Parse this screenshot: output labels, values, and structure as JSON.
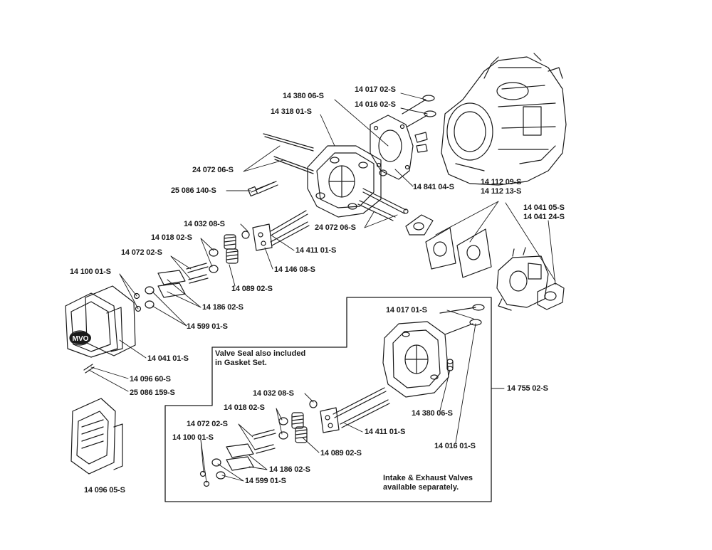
{
  "labels": {
    "p14017_02": "14 017 02-S",
    "p14380_06_top": "14 380 06-S",
    "p14016_02": "14 016 02-S",
    "p14318_01": "14 318 01-S",
    "p24072_06_left": "24 072 06-S",
    "p25086_140": "25 086 140-S",
    "p14841_04": "14 841 04-S",
    "p14112_09": "14 112 09-S",
    "p14112_13": "14 112 13-S",
    "p14041_05": "14 041 05-S",
    "p14041_24": "14 041 24-S",
    "p24072_06_right": "24 072 06-S",
    "p14032_08_top": "14 032 08-S",
    "p14018_02_top": "14 018 02-S",
    "p14411_01_top": "14 411 01-S",
    "p14072_02_top": "14 072 02-S",
    "p14146_08": "14 146 08-S",
    "p14100_01_top": "14 100 01-S",
    "p14089_02_top": "14 089 02-S",
    "p14186_02_top": "14 186 02-S",
    "p14599_01_top": "14 599 01-S",
    "p14041_01": "14 041 01-S",
    "p14096_60": "14 096 60-S",
    "p25086_159": "25 086 159-S",
    "p14096_05": "14 096 05-S",
    "p14017_01": "14 017 01-S",
    "p14755_02": "14 755 02-S",
    "p14380_06_bot": "14 380 06-S",
    "p14032_08_bot": "14 032 08-S",
    "p14018_02_bot": "14 018 02-S",
    "p14072_02_bot": "14 072 02-S",
    "p14411_01_bot": "14 411 01-S",
    "p14016_01": "14 016 01-S",
    "p14100_01_bot": "14 100 01-S",
    "p14089_02_bot": "14 089 02-S",
    "p14186_02_bot": "14 186 02-S",
    "p14599_01_bot": "14 599 01-S"
  },
  "notes": {
    "valve_seal_line1": "Valve Seal also included",
    "valve_seal_line2": "in Gasket Set.",
    "valves_line1": "Intake & Exhaust Valves",
    "valves_line2": "available separately."
  },
  "logo_text": "MVO",
  "colors": {
    "ink": "#1a1a1a",
    "paper": "#ffffff"
  }
}
